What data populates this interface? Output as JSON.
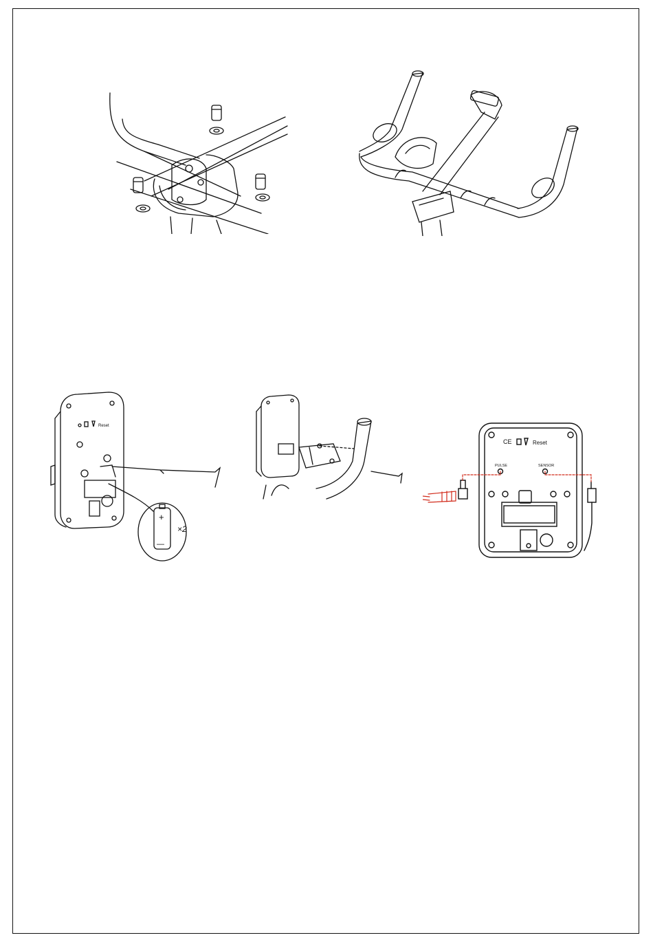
{
  "document": {
    "console_labels": {
      "reset": "Reset",
      "pulse": "PULSE",
      "sensor": "SENSOR",
      "ce": "CE"
    },
    "battery": {
      "plus": "+",
      "minus": "—",
      "quantity": "×2"
    }
  }
}
